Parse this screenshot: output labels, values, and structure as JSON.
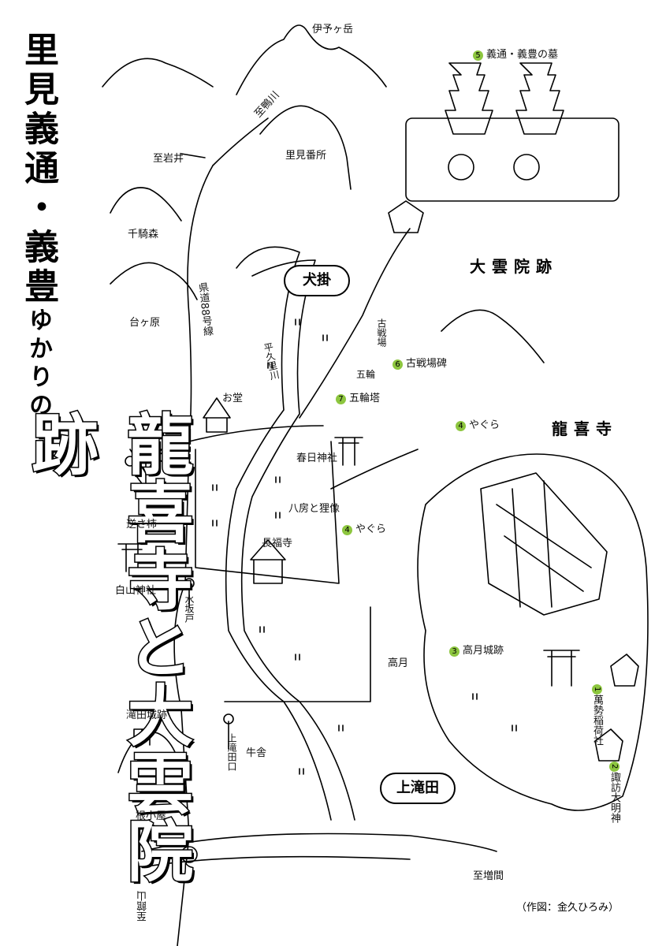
{
  "title": {
    "line1": "里見義通・義豊",
    "line1_small": "ゆかりの",
    "line2": "龍喜寺と大雲院跡"
  },
  "areas": {
    "inukake": "犬掛",
    "kamitakita": "上滝田"
  },
  "sites": {
    "daiunin": "大雲院跡",
    "ryukiji": "龍喜寺"
  },
  "numbered": [
    {
      "num": "⑤",
      "n": "5",
      "label": "義通・義豊の墓"
    },
    {
      "num": "⑥",
      "n": "6",
      "label": "古戦場碑"
    },
    {
      "num": "⑦",
      "n": "7",
      "label": "五輪塔"
    },
    {
      "num": "④",
      "n": "4",
      "label": "やぐら"
    },
    {
      "num": "④",
      "n": "4",
      "label": "やぐら"
    },
    {
      "num": "③",
      "n": "3",
      "label": "高月城跡"
    },
    {
      "num": "①",
      "n": "1",
      "label": "萬勢稲荷社"
    },
    {
      "num": "②",
      "n": "2",
      "label": "諏訪大明神"
    }
  ],
  "places": {
    "iyogatake": "伊予ヶ岳",
    "kamogawa": "至鴨川",
    "iwai": "至岩井",
    "satomibansho": "里見番所",
    "senkimori": "千騎森",
    "daigahara": "台ヶ原",
    "kendo88": "県道88号線",
    "hirakugawa": "平久里川",
    "odo": "お堂",
    "sakasagaki": "逆さ柿",
    "kasuga": "春日神社",
    "yatsufusa": "八房と狸像",
    "chofukuji": "長福寺",
    "hakusan": "白山神社",
    "suibo": "水坂戸",
    "takatsuki": "高月",
    "takitajo": "滝田城跡",
    "kamitakita_bus": "上滝田口",
    "gyusha": "牛舎",
    "nekoya": "根小屋",
    "masuma": "至増間",
    "tateyama": "至館山",
    "kosen_stone": "古戦場",
    "rinto": "五輪"
  },
  "credit": "（作図：金久ひろみ）",
  "colors": {
    "ink": "#000000",
    "marker": "#8dc63f"
  }
}
